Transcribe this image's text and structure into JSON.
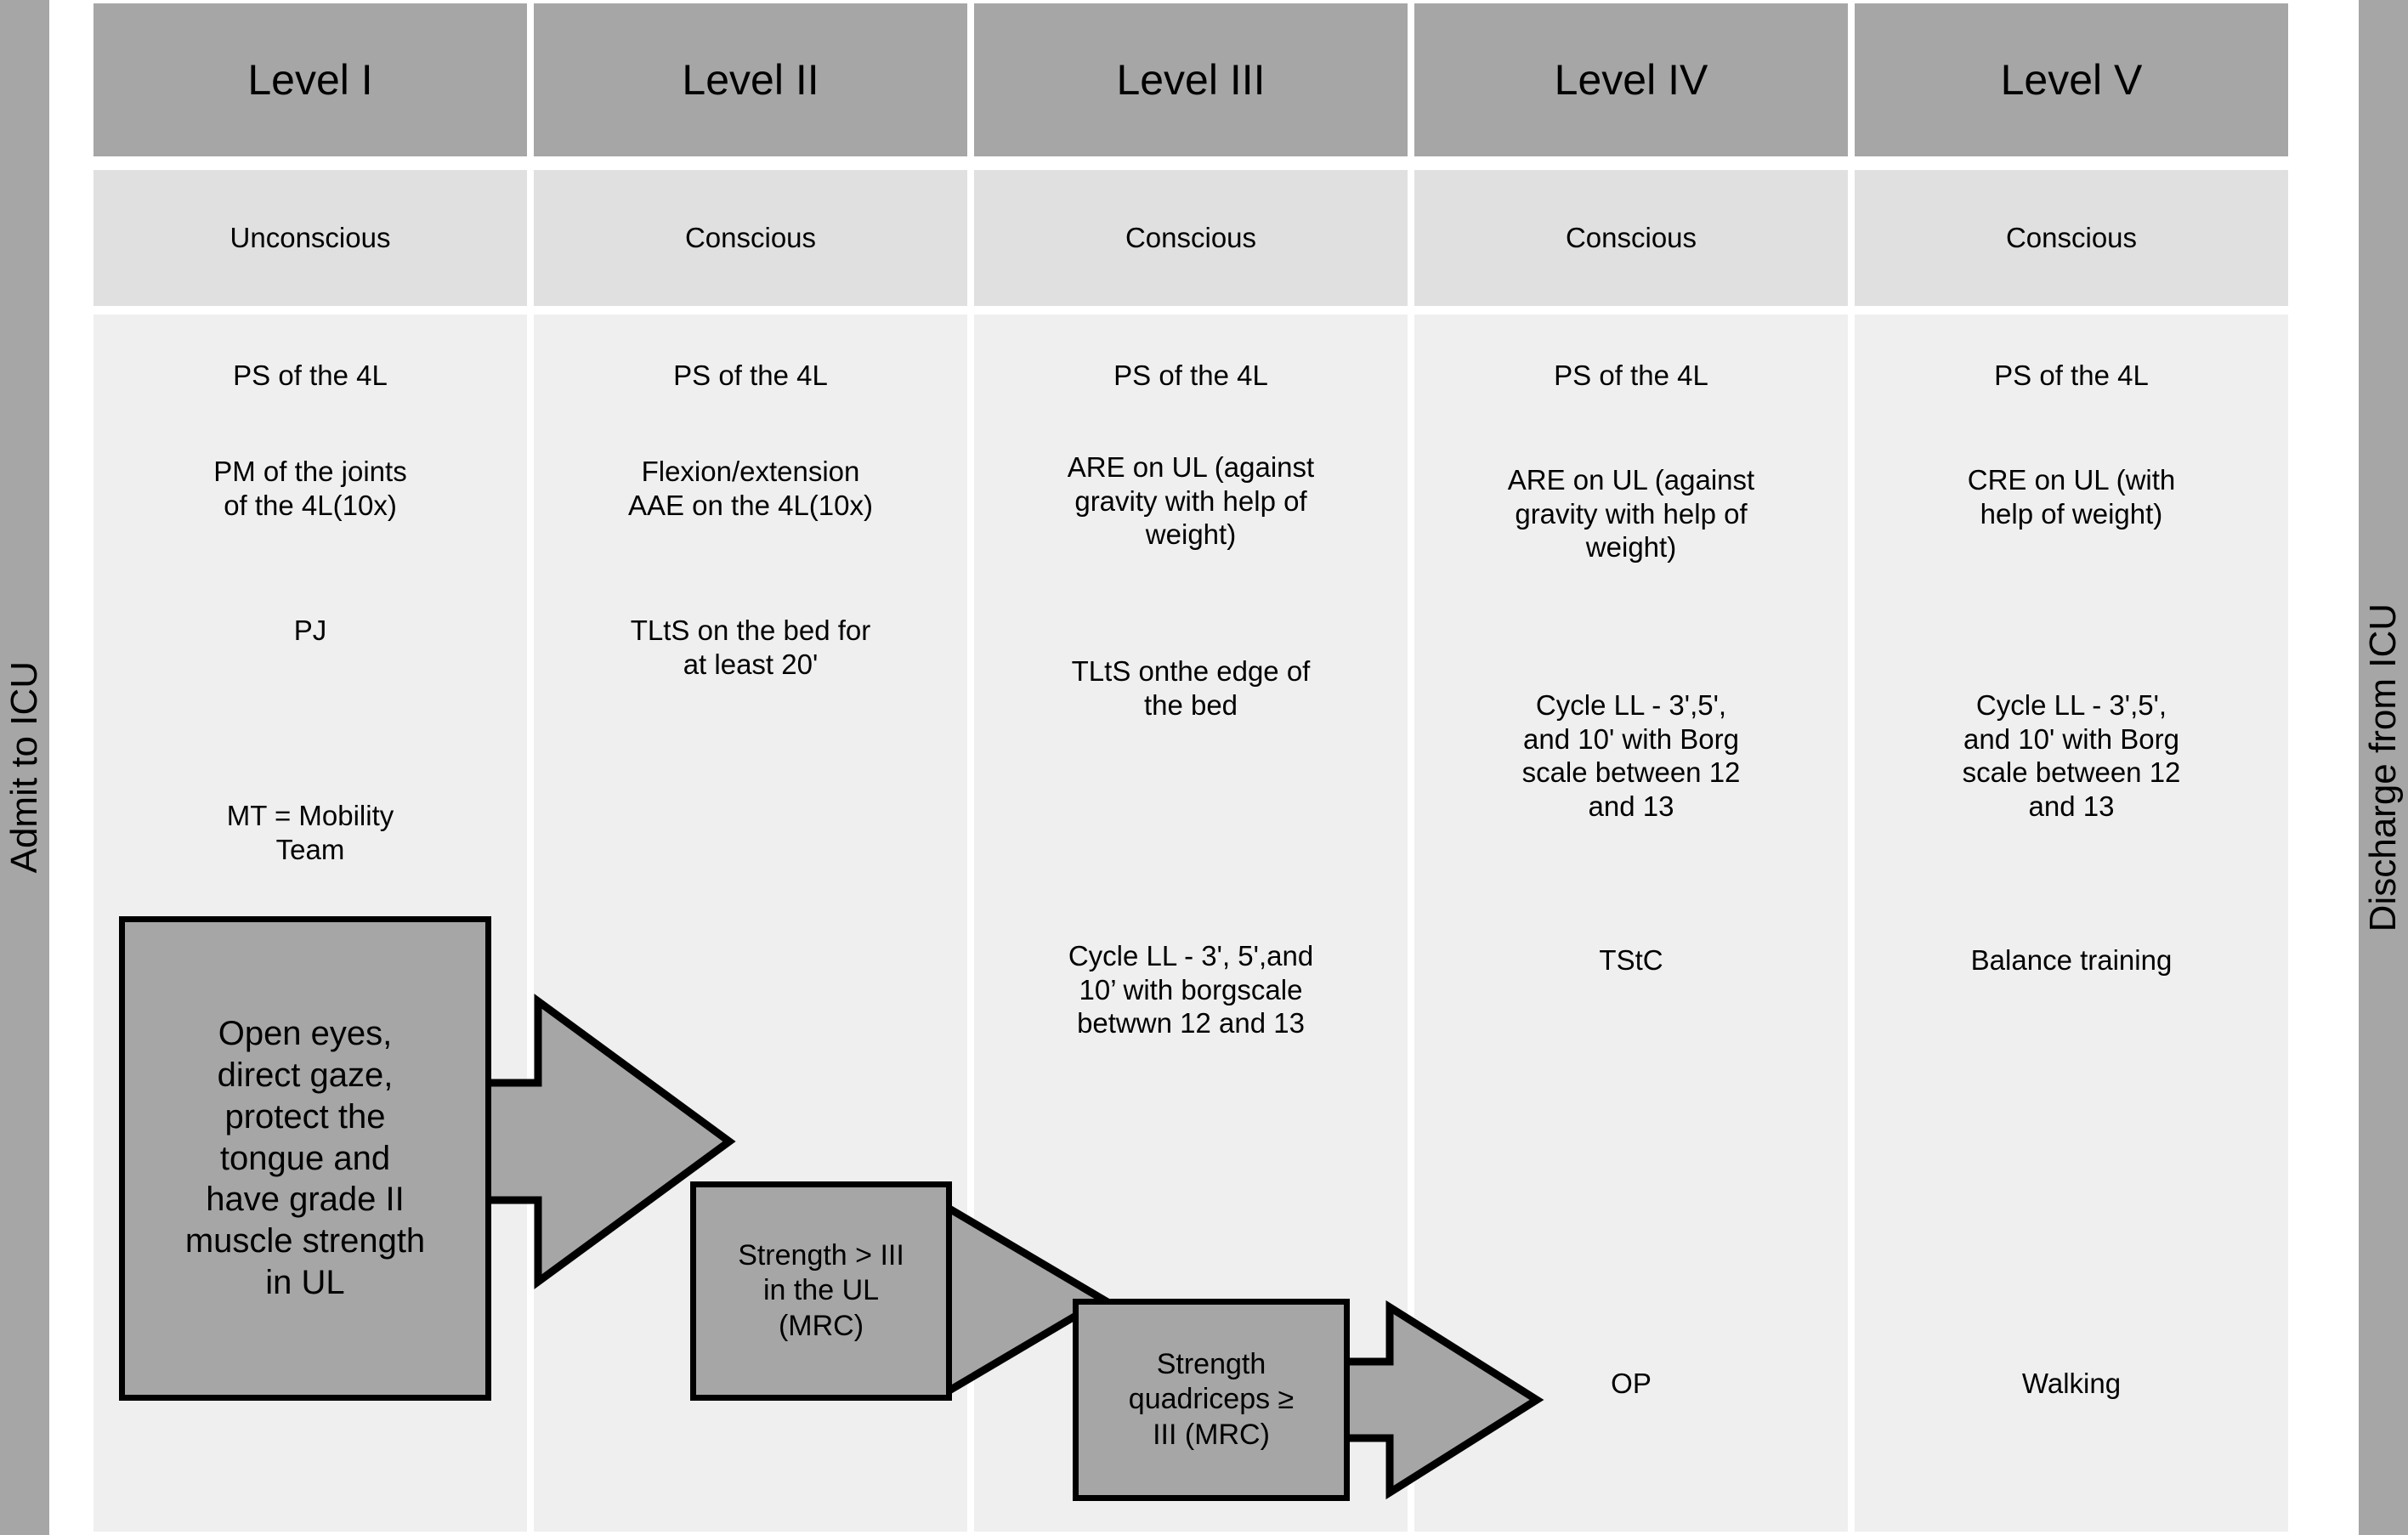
{
  "rails": {
    "left_label": "Admit to ICU",
    "right_label": "Discharge from ICU"
  },
  "columns": [
    {
      "header": "Level I",
      "state": "Unconscious",
      "items": [
        "PS of the 4L",
        "PM of the joints\nof the 4L(10x)",
        "PJ",
        "MT = Mobility\nTeam"
      ]
    },
    {
      "header": "Level II",
      "state": "Conscious",
      "items": [
        "PS of the 4L",
        "Flexion/extension\nAAE on the 4L(10x)",
        "TLtS on the bed for\nat least 20'"
      ]
    },
    {
      "header": "Level III",
      "state": "Conscious",
      "items": [
        "PS of the 4L",
        "ARE on UL (against\ngravity with help of\nweight)",
        "TLtS onthe edge of\nthe bed",
        "Cycle LL - 3', 5',and\n10’ with borgscale\nbetwwn 12 and 13"
      ]
    },
    {
      "header": "Level IV",
      "state": "Conscious",
      "items": [
        "PS of the 4L",
        "ARE on UL (against\ngravity with help of\nweight)",
        "Cycle LL - 3',5',\nand 10' with Borg\nscale between 12\nand 13",
        "TStC",
        "OP"
      ]
    },
    {
      "header": "Level V",
      "state": "Conscious",
      "items": [
        "PS of the 4L",
        "CRE on UL (with\nhelp of weight)",
        "Cycle LL - 3',5',\nand 10' with Borg\nscale between 12\nand 13",
        "Balance training",
        "Walking"
      ]
    }
  ],
  "criteria": [
    {
      "id": "criteria-1",
      "text": "Open eyes,\ndirect gaze,\nprotect the\ntongue and\nhave grade II\nmuscle strength\nin UL"
    },
    {
      "id": "criteria-2",
      "text": "Strength > III\nin the UL\n(MRC)"
    },
    {
      "id": "criteria-3",
      "text": "Strength\nquadriceps ≥\nIII (MRC)"
    }
  ],
  "colors": {
    "header_gray": "#a6a6a6",
    "state_gray": "#e0e0e0",
    "body_gray": "#efefef",
    "rail_gray": "#a6a6a6",
    "box_gray": "#a6a6a6",
    "outline": "#000000"
  }
}
